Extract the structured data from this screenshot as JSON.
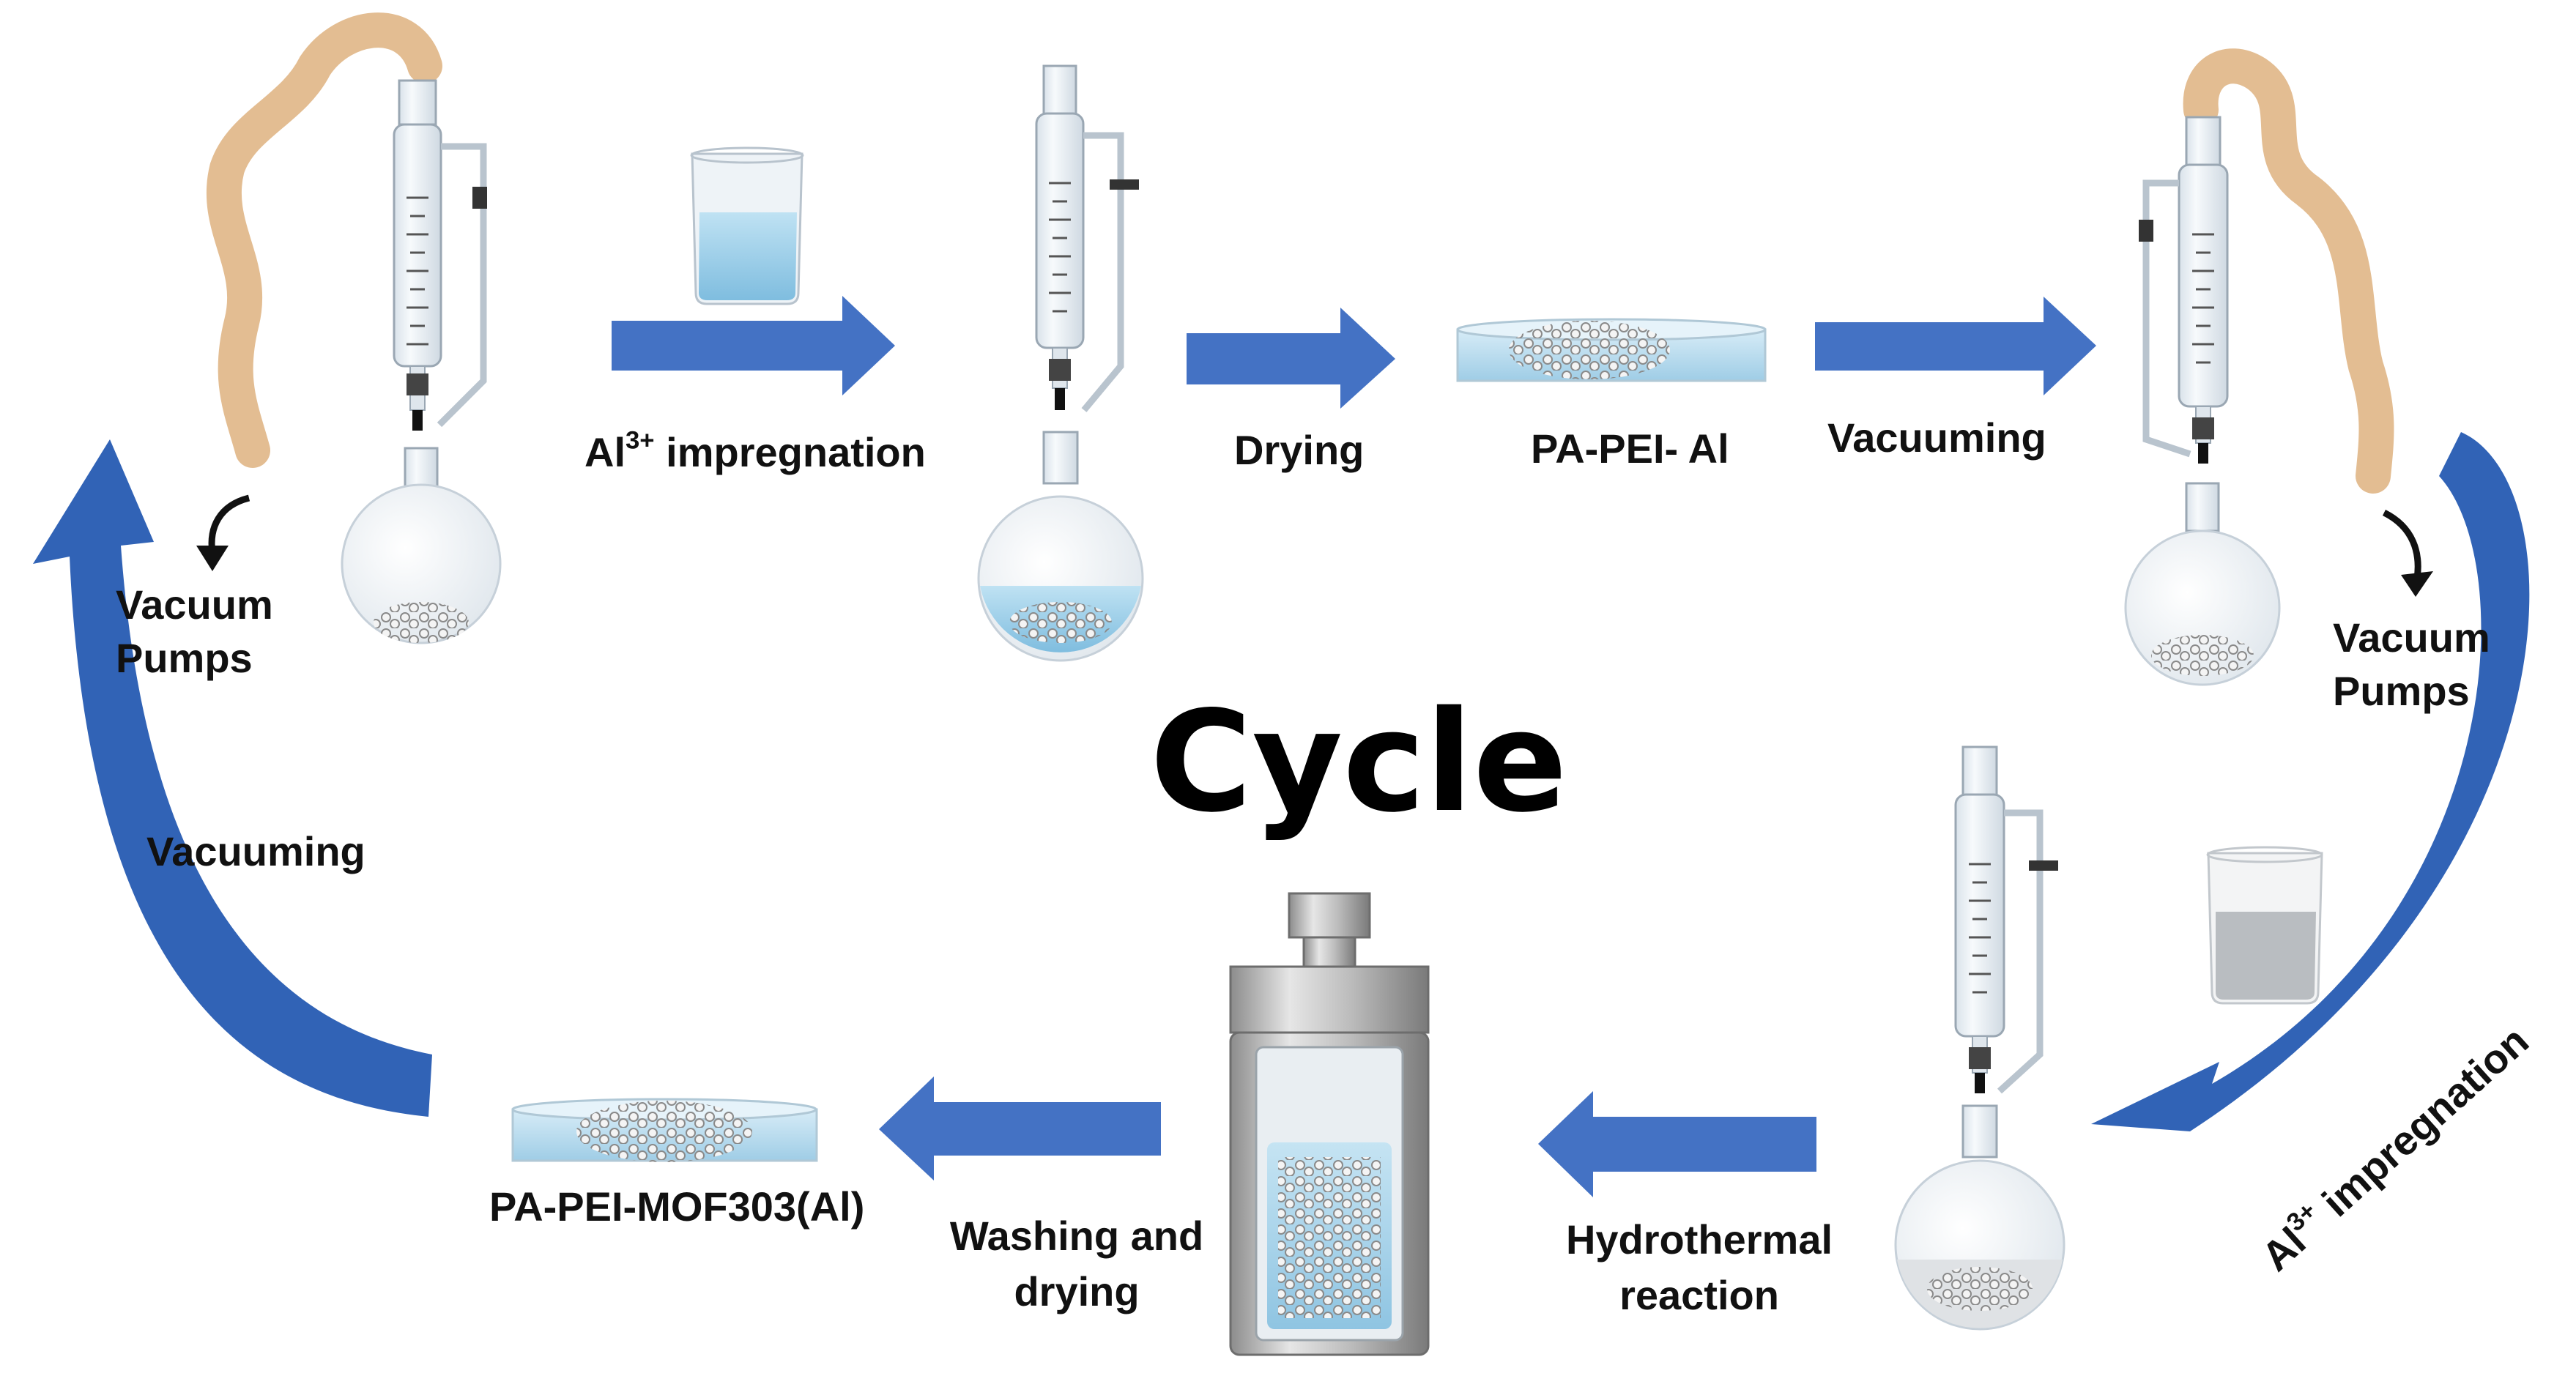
{
  "title": "Cycle",
  "labels": {
    "impregnation_top": {
      "base": "Al",
      "sup": "3+",
      "rest": " impregnation"
    },
    "drying": "Drying",
    "pa_pei_al": "PA-PEI- Al",
    "vacuuming_top": "Vacuuming",
    "vacuum_pumps_left": [
      "Vacuum",
      "Pumps"
    ],
    "vacuum_pumps_right": [
      "Vacuum",
      "Pumps"
    ],
    "vacuuming_left": "Vacuuming",
    "impregnation_right": {
      "base": "Al",
      "sup": "3+",
      "rest": " impregnation"
    },
    "hydrothermal": [
      "Hydrothermal",
      "reaction"
    ],
    "washing": [
      "Washing and",
      "drying"
    ],
    "product": "PA-PEI-MOF303(Al)"
  },
  "colors": {
    "arrow_blue": "#4472c4",
    "cycle_arrow_blue": "#2e59a8",
    "tube_tan": "#e6c29c",
    "liquid_blue": "#a8d4ec",
    "glass": "#eef3f7",
    "text": "#111111"
  },
  "icons": [
    "dropping-funnel-icon",
    "round-flask-icon",
    "beaker-icon",
    "petri-dish-icon",
    "autoclave-icon",
    "vacuum-tube-icon",
    "pointer-arrow-icon"
  ]
}
